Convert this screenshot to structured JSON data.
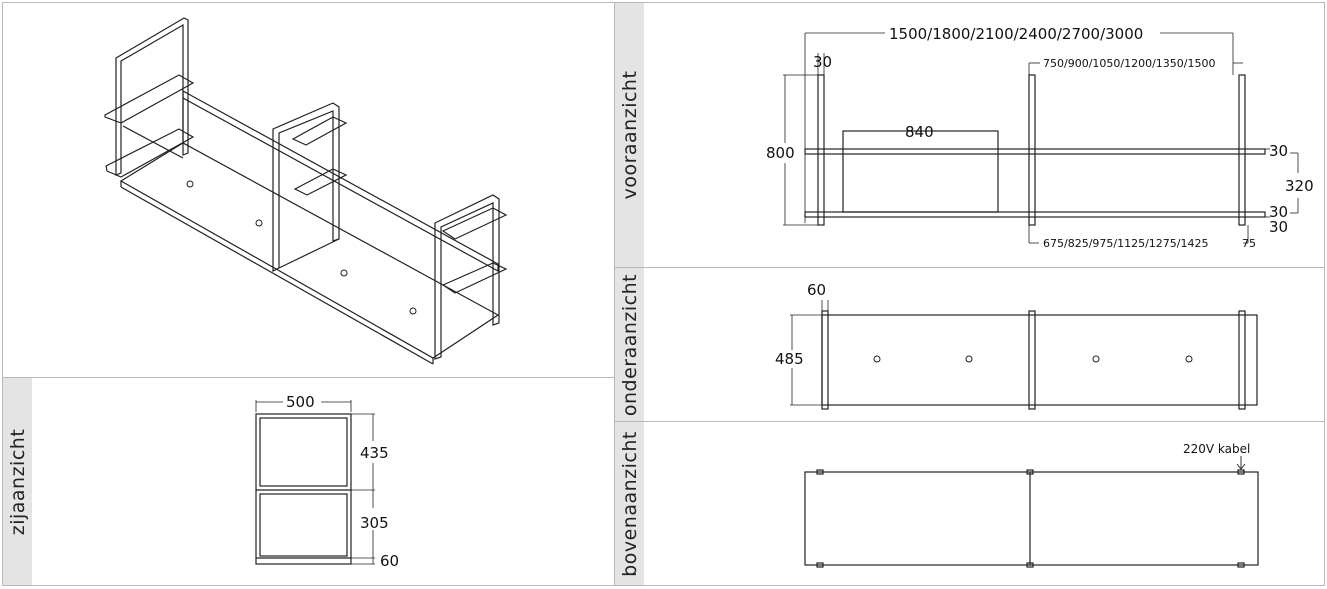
{
  "views": {
    "iso": {},
    "side": {
      "label": "zijaanzicht",
      "dims": {
        "width": "500",
        "upper": "435",
        "lower": "305",
        "base": "60"
      }
    },
    "front": {
      "label": "vooraanzicht",
      "dims": {
        "total_length": "1500/1800/2100/2400/2700/3000",
        "leg": "30",
        "mid_post": "750/900/1050/1200/1350/1500",
        "shelf_width": "840",
        "height": "800",
        "right_top": "30",
        "gap": "320",
        "right_bottom": "30",
        "right_bottom2": "30",
        "lower_post": "675/825/975/1125/1275/1425",
        "end_offset": "75"
      }
    },
    "bottom": {
      "label": "onderaanzicht",
      "dims": {
        "edge": "60",
        "depth": "485"
      }
    },
    "top": {
      "label": "bovenaanzicht",
      "cable_label": "220V kabel"
    }
  },
  "colors": {
    "line": "#222222",
    "tab": "#e4e4e4",
    "border": "#b9b9b9"
  }
}
